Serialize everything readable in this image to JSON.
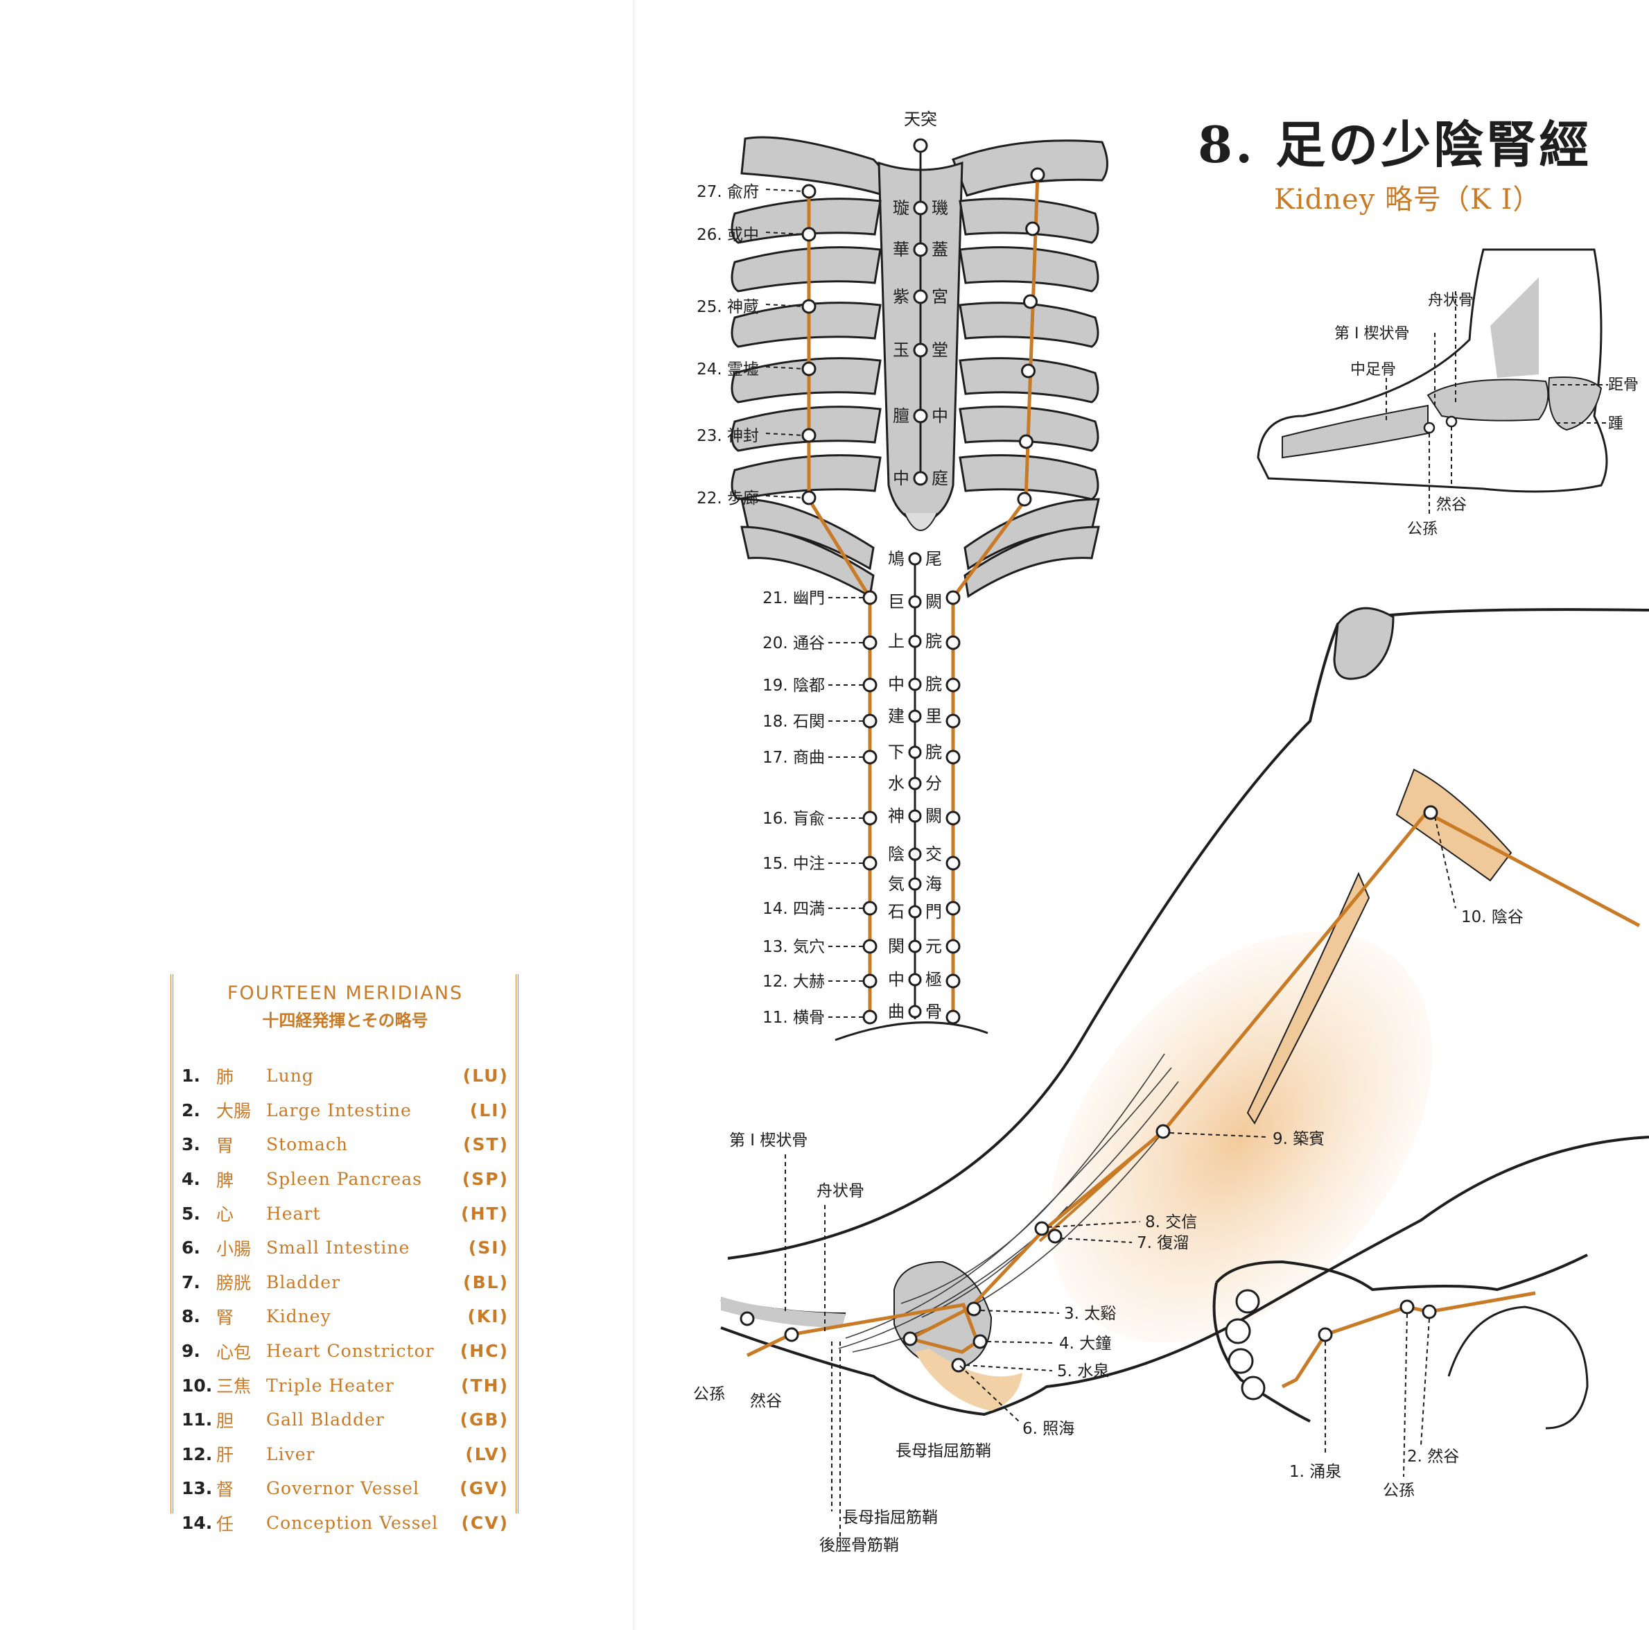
{
  "legend": {
    "title": "FOURTEEN MERIDIANS",
    "subtitle": "十四経発揮とその略号",
    "items": [
      {
        "num": "1.",
        "jp": "肺",
        "en": "Lung",
        "abbr": "(LU)"
      },
      {
        "num": "2.",
        "jp": "大腸",
        "en": "Large Intestine",
        "abbr": "(LI)"
      },
      {
        "num": "3.",
        "jp": "胃",
        "en": "Stomach",
        "abbr": "(ST)"
      },
      {
        "num": "4.",
        "jp": "脾",
        "en": "Spleen Pancreas",
        "abbr": "(SP)"
      },
      {
        "num": "5.",
        "jp": "心",
        "en": "Heart",
        "abbr": "(HT)"
      },
      {
        "num": "6.",
        "jp": "小腸",
        "en": "Small Intestine",
        "abbr": "(SI)"
      },
      {
        "num": "7.",
        "jp": "膀胱",
        "en": "Bladder",
        "abbr": "(BL)"
      },
      {
        "num": "8.",
        "jp": "腎",
        "en": "Kidney",
        "abbr": "(KI)"
      },
      {
        "num": "9.",
        "jp": "心包",
        "en": "Heart Constrictor",
        "abbr": "(HC)"
      },
      {
        "num": "10.",
        "jp": "三焦",
        "en": "Triple Heater",
        "abbr": "(TH)"
      },
      {
        "num": "11.",
        "jp": "胆",
        "en": "Gall Bladder",
        "abbr": "(GB)"
      },
      {
        "num": "12.",
        "jp": "肝",
        "en": "Liver",
        "abbr": "(LV)"
      },
      {
        "num": "13.",
        "jp": "督",
        "en": "Governor Vessel",
        "abbr": "(GV)"
      },
      {
        "num": "14.",
        "jp": "任",
        "en": "Conception Vessel",
        "abbr": "(CV)"
      }
    ]
  },
  "title": "8. 足の少陰腎經",
  "subtitle": "Kidney 略号（K I）",
  "colors": {
    "meridian": "#c97a25",
    "bone": "#c9c9c9",
    "muscle": "#f0c99a",
    "ink": "#1e1e1e"
  },
  "torso": {
    "top_point": "天突",
    "chest_left_labels": [
      "27. 兪府",
      "26. 或中",
      "25. 神蔵",
      "24. 霊墟",
      "23. 神封",
      "22. 歩廊"
    ],
    "sternum_chars": [
      "璇",
      "璣",
      "華",
      "蓋",
      "紫",
      "宮",
      "玉",
      "堂",
      "膻",
      "中",
      "中",
      "庭"
    ],
    "abdomen_left_labels": [
      "21. 幽門",
      "20. 通谷",
      "19. 陰都",
      "18. 石関",
      "17. 商曲",
      "16. 肓兪",
      "15. 中注",
      "14. 四満",
      "13. 気穴",
      "12. 大赫",
      "11. 横骨"
    ],
    "abdomen_chars": [
      "鳩",
      "尾",
      "巨",
      "闕",
      "上",
      "脘",
      "中",
      "脘",
      "建",
      "里",
      "下",
      "脘",
      "水",
      "分",
      "神",
      "闕",
      "陰",
      "交",
      "気",
      "海",
      "石",
      "門",
      "関",
      "元",
      "中",
      "極",
      "曲",
      "骨"
    ]
  },
  "foot_top": {
    "labels": [
      "舟状骨",
      "第 I 楔状骨",
      "中足骨",
      "距骨",
      "踵",
      "然谷",
      "公孫"
    ]
  },
  "leg": {
    "labels": [
      "10. 陰谷",
      "9. 築賓",
      "8. 交信",
      "7. 復溜",
      "3. 太谿",
      "4. 大鐘",
      "5. 水泉",
      "6. 照海",
      "長母指屈筋鞘",
      "第 I 楔状骨",
      "舟状骨",
      "公孫",
      "然谷",
      "長母指屈筋鞘",
      "後脛骨筋鞘"
    ]
  },
  "sole": {
    "labels": [
      "1. 涌泉",
      "2. 然谷",
      "公孫"
    ]
  }
}
